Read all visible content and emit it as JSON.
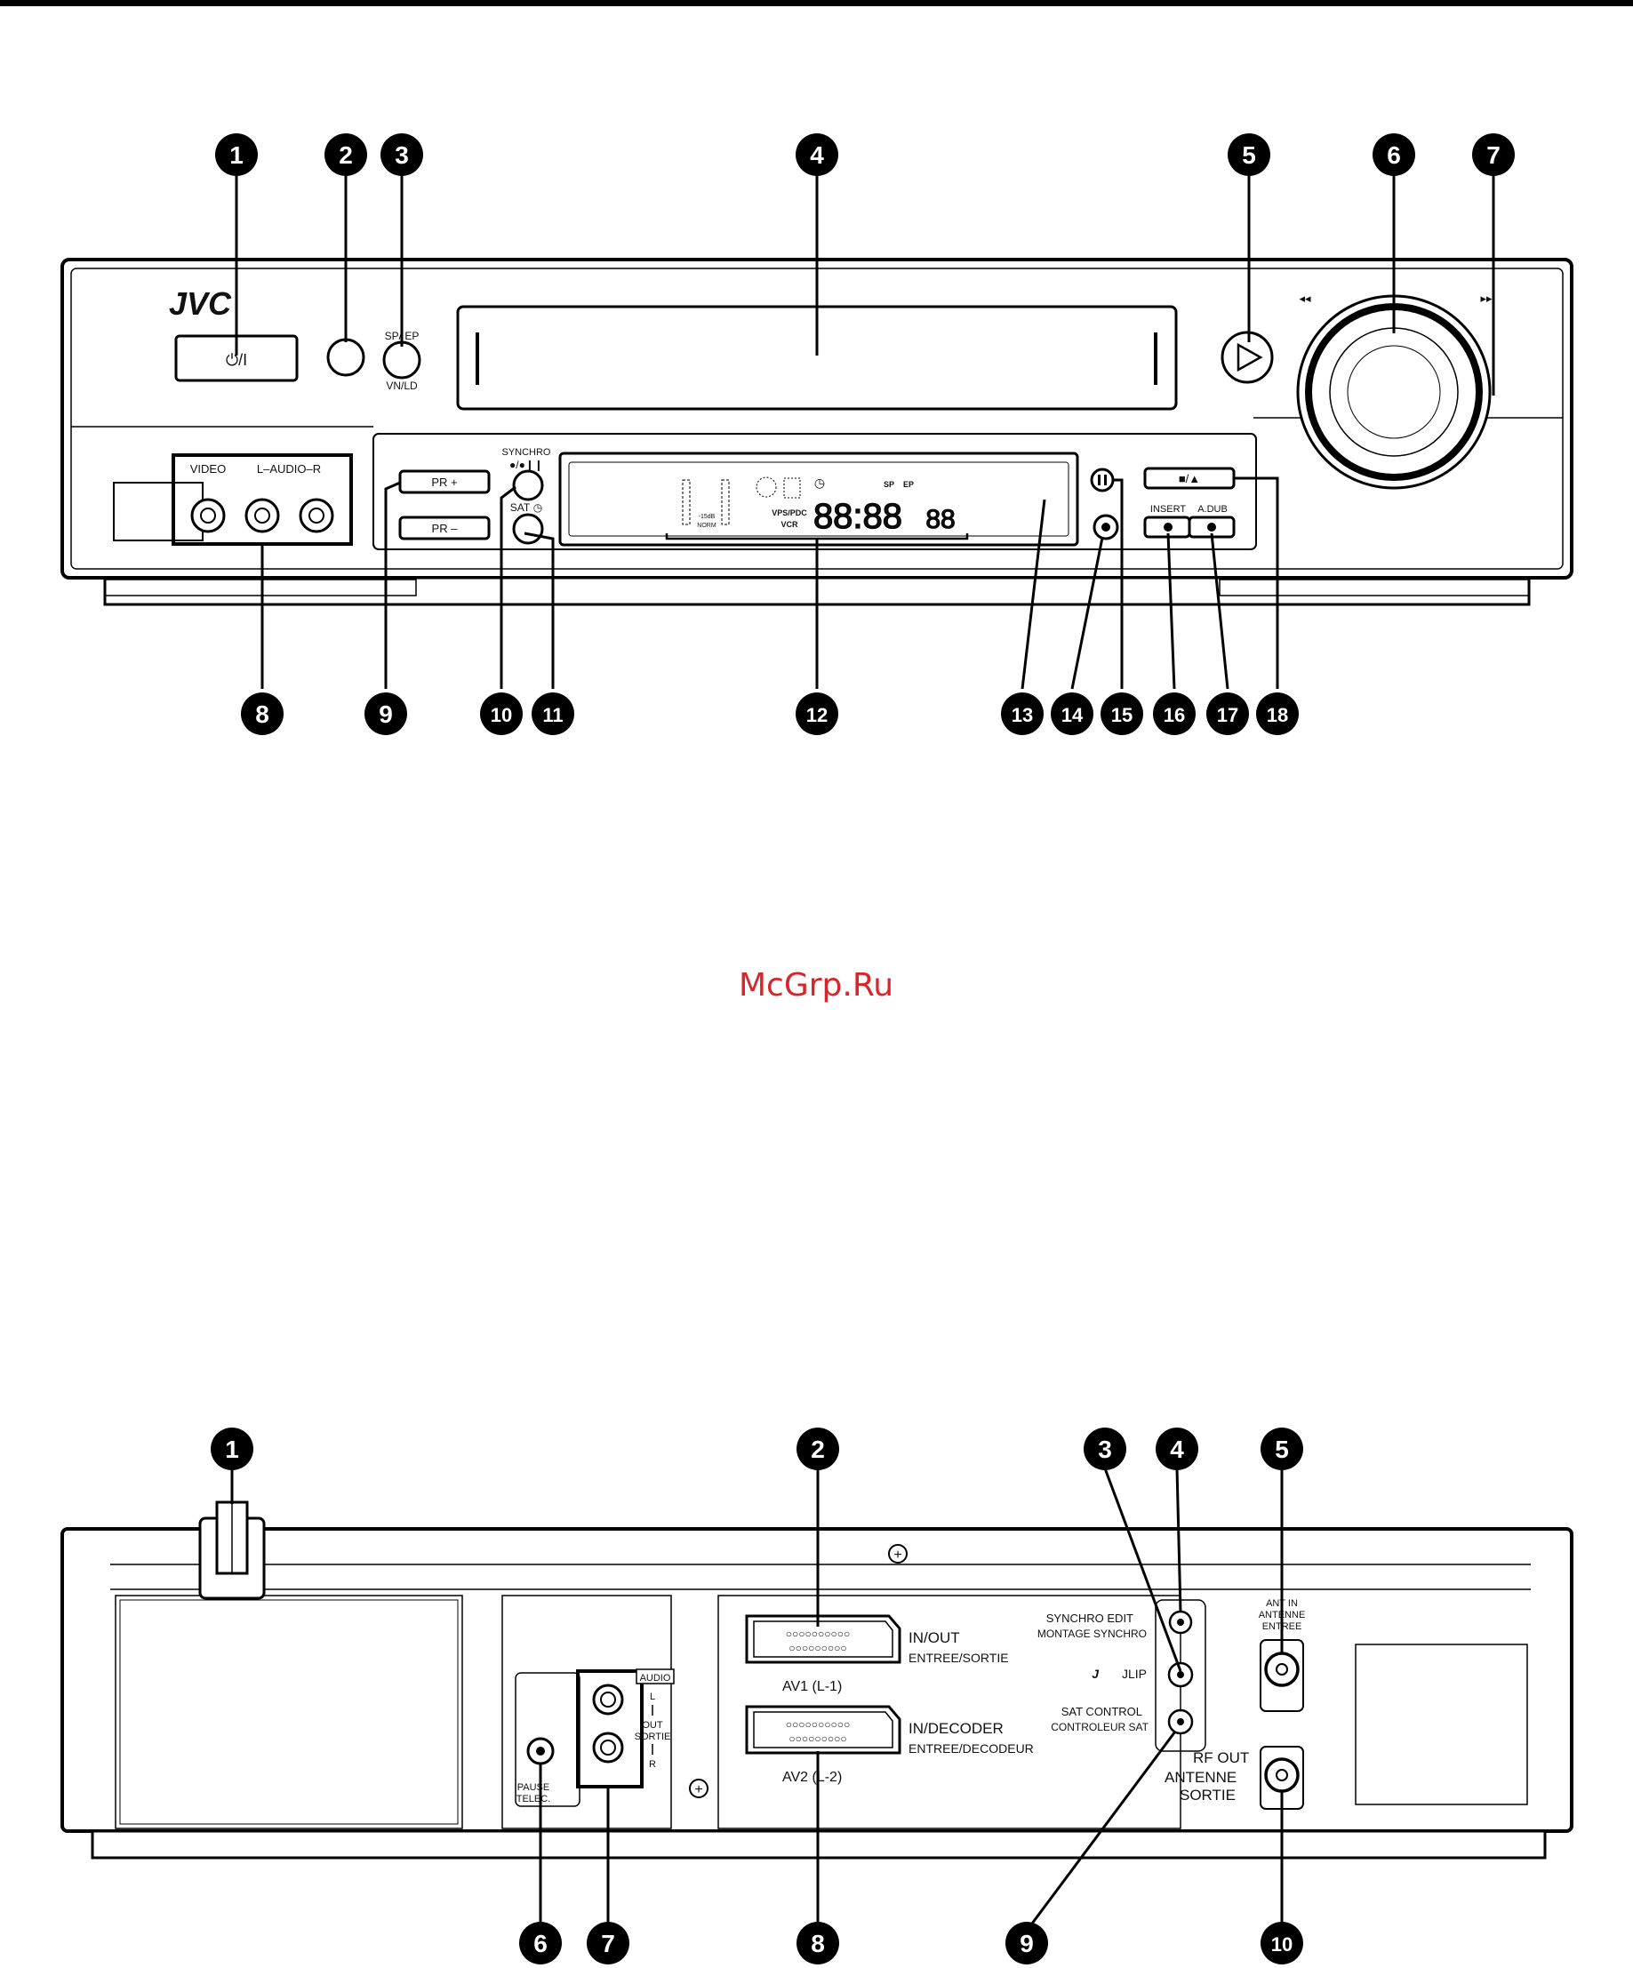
{
  "front": {
    "brand": "JVC",
    "power_label": "⏻/I",
    "sp_ep_label": "SP/  EP",
    "vn_ld_label": "VN/LD",
    "front_jacks_labels": [
      "VIDEO",
      "L–AUDIO–R"
    ],
    "pr_plus_label": "PR +",
    "pr_minus_label": "PR –",
    "synchro_label": "SYNCHRO",
    "synchro_symbol": "●/●❙❙",
    "sat_label": "SAT",
    "display_digits": "88:88",
    "display_sec": "88",
    "display_sp": "SP",
    "display_ep": "EP",
    "display_vps": "VPS/PDC",
    "display_vcr": "VCR",
    "display_db": "-15dB",
    "display_norm": "NORM",
    "stop_eject_label": "■/▲",
    "insert_label": "INSERT",
    "adub_label": "A.DUB",
    "callouts": [
      "1",
      "2",
      "3",
      "4",
      "5",
      "6",
      "7",
      "8",
      "9",
      "10",
      "11",
      "12",
      "13",
      "14",
      "15",
      "16",
      "17",
      "18"
    ]
  },
  "watermark": "McGrp.Ru",
  "rear": {
    "audio_label": "AUDIO",
    "audio_l": "L",
    "audio_out": "OUT",
    "audio_sortie": "SORTIE",
    "audio_r": "R",
    "pause_label": "PAUSE",
    "telec_label": "TELEC.",
    "av1_title": "IN/OUT",
    "av1_sub": "ENTREE/SORTIE",
    "av1_name": "AV1 (L-1)",
    "av2_title": "IN/DECODER",
    "av2_sub": "ENTREE/DECODEUR",
    "av2_name": "AV2 (L-2)",
    "synchro_edit": "SYNCHRO EDIT",
    "montage_synchro": "MONTAGE SYNCHRO",
    "jlip": "JLIP",
    "sat_control": "SAT CONTROL",
    "controleur_sat": "CONTROLEUR SAT",
    "ant_in": "ANT IN",
    "antenne_entree": "ANTENNE",
    "entree": "ENTREE",
    "rf_out": "RF OUT",
    "antenne_sortie": "ANTENNE",
    "sortie": "SORTIE",
    "callouts": [
      "1",
      "2",
      "3",
      "4",
      "5",
      "6",
      "7",
      "8",
      "9",
      "10"
    ]
  }
}
